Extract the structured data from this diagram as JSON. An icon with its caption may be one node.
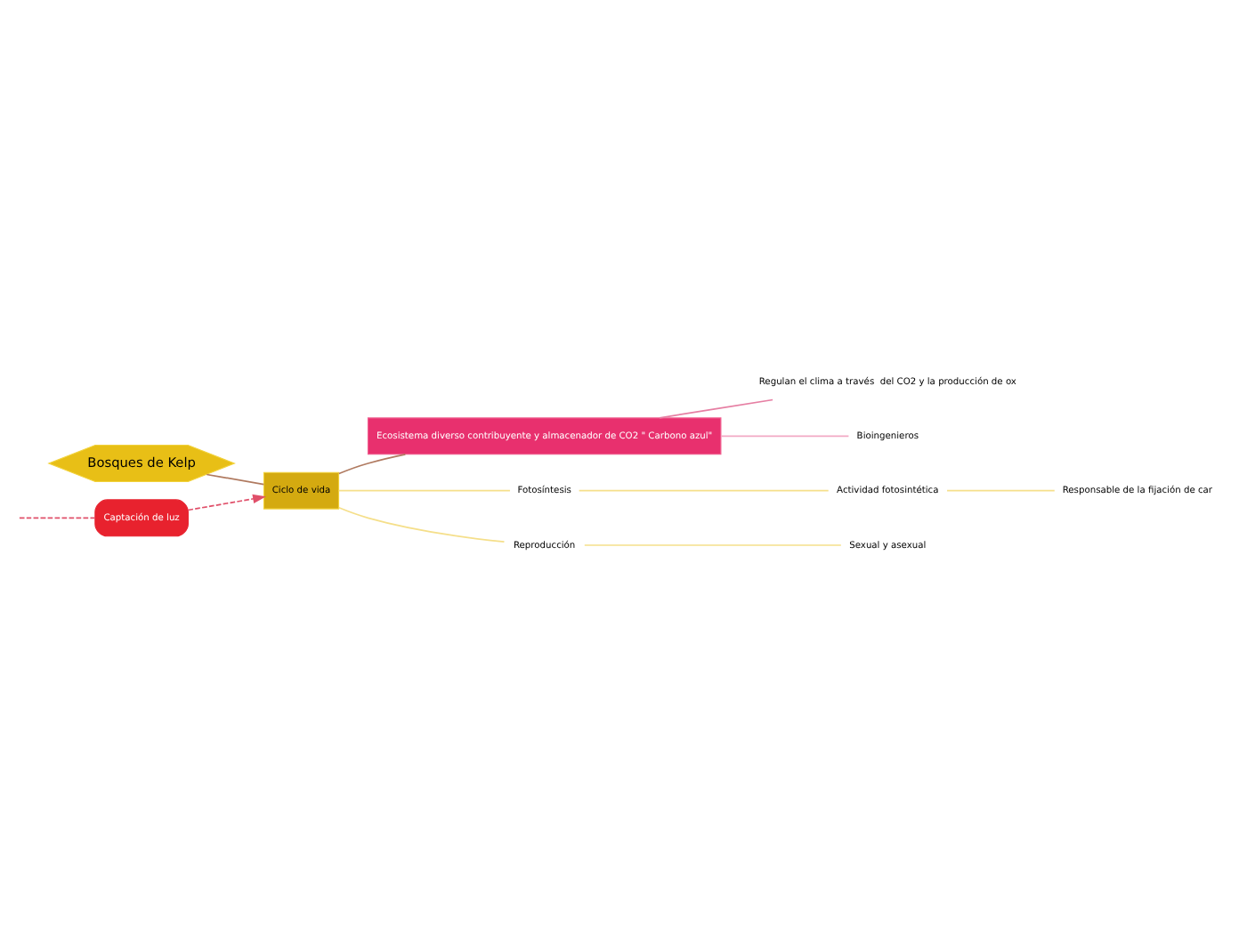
{
  "diagram": {
    "nodes": [
      {
        "text": [
          "Bosques de Kelp"
        ]
      },
      {
        "text": [
          "Ciclo de vida"
        ]
      },
      {
        "text": [
          "Ecosistema diverso contribuyente y almacenador de CO2 \" Carbono azul\""
        ]
      },
      {
        "text": [
          "Regulan el clima a través  del CO2 y la producción de ox"
        ]
      },
      {
        "text": [
          "Bioingenieros"
        ]
      },
      {
        "text": [
          "Fotosíntesis"
        ]
      },
      {
        "text": [
          "Actividad fotosintética"
        ]
      },
      {
        "text": [
          "Responsable de la fijación de car"
        ]
      },
      {
        "text": [
          "Reproducción"
        ]
      },
      {
        "text": [
          "Sexual y asexual"
        ]
      },
      {
        "text": [
          "Captación de luz"
        ]
      }
    ],
    "edges": [
      {
        "from": 0,
        "to": 1,
        "arrow": "none",
        "color": "#b07a60"
      },
      {
        "from": 1,
        "to": 2,
        "arrow": "none",
        "color": "#b07a60"
      },
      {
        "from": 2,
        "to": 3,
        "arrow": "none",
        "color": "#e67fa3"
      },
      {
        "from": 2,
        "to": 4,
        "arrow": "none",
        "color": "#f2a9c4"
      },
      {
        "from": 1,
        "to": 5,
        "arrow": "none"
      },
      {
        "from": 5,
        "to": 6,
        "arrow": "none"
      },
      {
        "from": 6,
        "to": 7,
        "arrow": "none"
      },
      {
        "from": 1,
        "to": 8,
        "arrow": "none"
      },
      {
        "from": 8,
        "to": 9,
        "arrow": "none"
      },
      {
        "from": 10,
        "to": 1,
        "arrow": "to",
        "style": "dashed",
        "color": "#e0506a"
      },
      {
        "from": null,
        "to": 10,
        "arrow": "none",
        "style": "dashed",
        "color": "#e0506a"
      }
    ]
  }
}
